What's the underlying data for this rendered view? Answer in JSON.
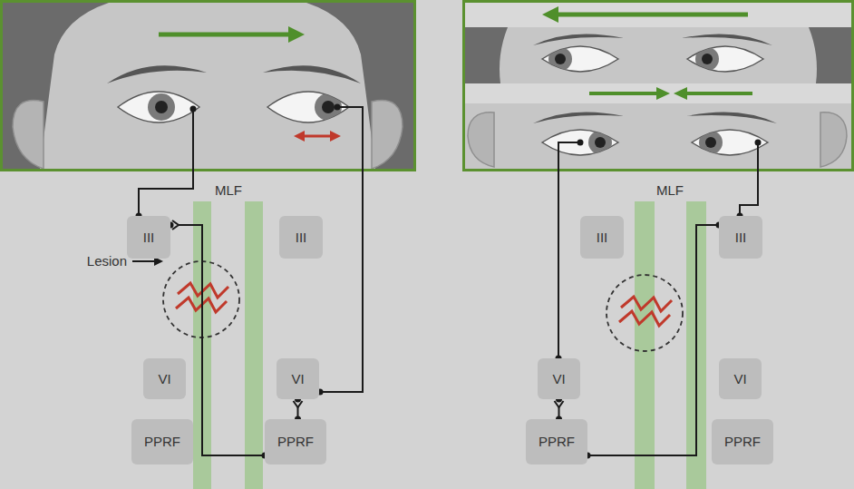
{
  "diagram": {
    "nodes": [
      {
        "text": [
          "III"
        ]
      },
      {
        "text": [
          "III"
        ]
      },
      {
        "text": [
          "VI"
        ]
      },
      {
        "text": [
          "VI"
        ]
      },
      {
        "text": [
          "PPRF"
        ]
      },
      {
        "text": [
          "PPRF"
        ]
      },
      {
        "text": [
          "III"
        ]
      },
      {
        "text": [
          "III"
        ]
      },
      {
        "text": [
          "VI"
        ]
      },
      {
        "text": [
          "VI"
        ]
      },
      {
        "text": [
          "PPRF"
        ]
      },
      {
        "text": [
          "PPRF"
        ]
      }
    ],
    "edges": [
      {
        "from": 5,
        "to": 0,
        "arrow": "to"
      },
      {
        "from": 5,
        "to": 3,
        "arrow": "to"
      },
      {
        "from": 10,
        "to": 8,
        "arrow": "to"
      },
      {
        "from": 10,
        "to": 7,
        "arrow": "none"
      }
    ],
    "labels": [
      "MLF",
      "Lesion",
      "MLF"
    ]
  }
}
